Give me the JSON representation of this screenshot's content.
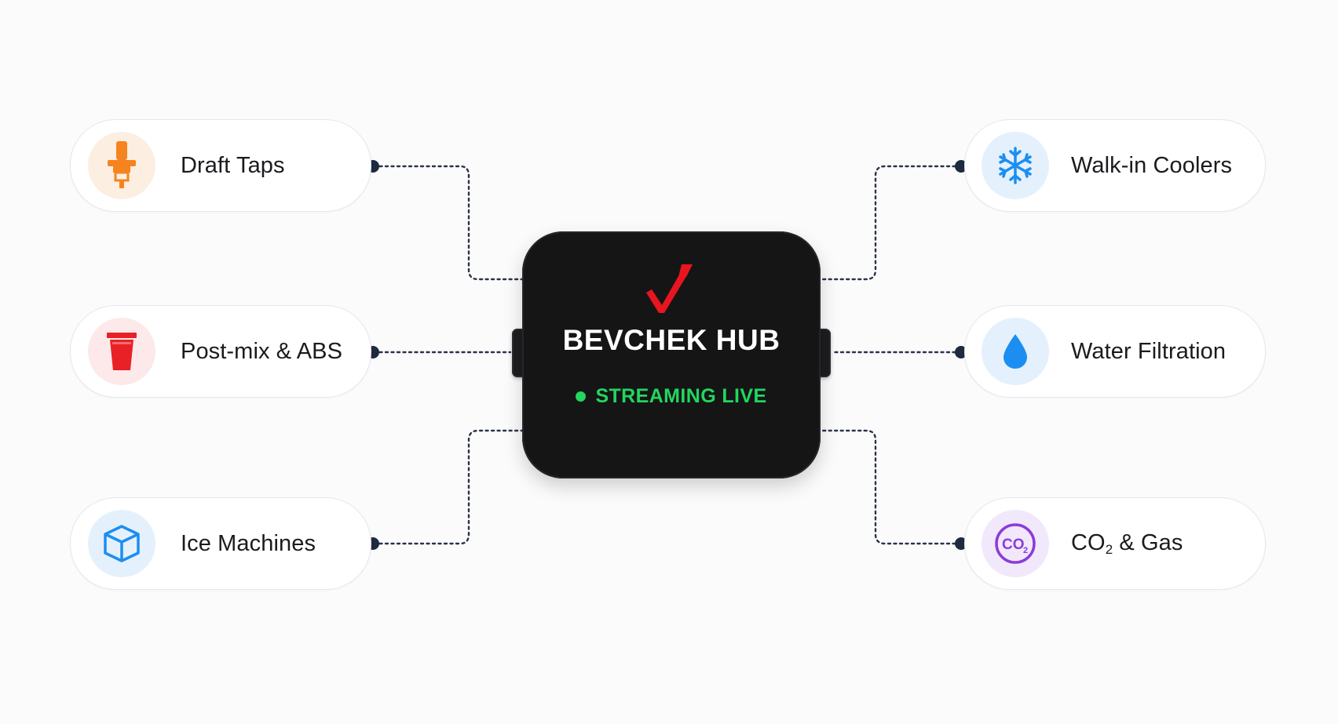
{
  "hub": {
    "title": "BEVCHEK HUB",
    "status": "STREAMING LIVE",
    "status_color": "#22d65e",
    "logo_color": "#e8151f"
  },
  "nodes": {
    "draft_taps": {
      "label": "Draft Taps",
      "icon": "beer-tap-icon",
      "color": "#f5841f"
    },
    "post_mix": {
      "label": "Post-mix & ABS",
      "icon": "cup-icon",
      "color": "#e82126"
    },
    "ice_machines": {
      "label": "Ice Machines",
      "icon": "cube-icon",
      "color": "#1c8ef2"
    },
    "walk_in_coolers": {
      "label": "Walk-in Coolers",
      "icon": "snowflake-icon",
      "color": "#1c8ef2"
    },
    "water_filtration": {
      "label": "Water Filtration",
      "icon": "water-drop-icon",
      "color": "#1c8ef2"
    },
    "co2_gas": {
      "label": "CO",
      "subscript": "2",
      "label_suffix": " & Gas",
      "icon": "co2-icon",
      "color": "#8c3bd9"
    }
  },
  "connector_color": "#1e2a40"
}
